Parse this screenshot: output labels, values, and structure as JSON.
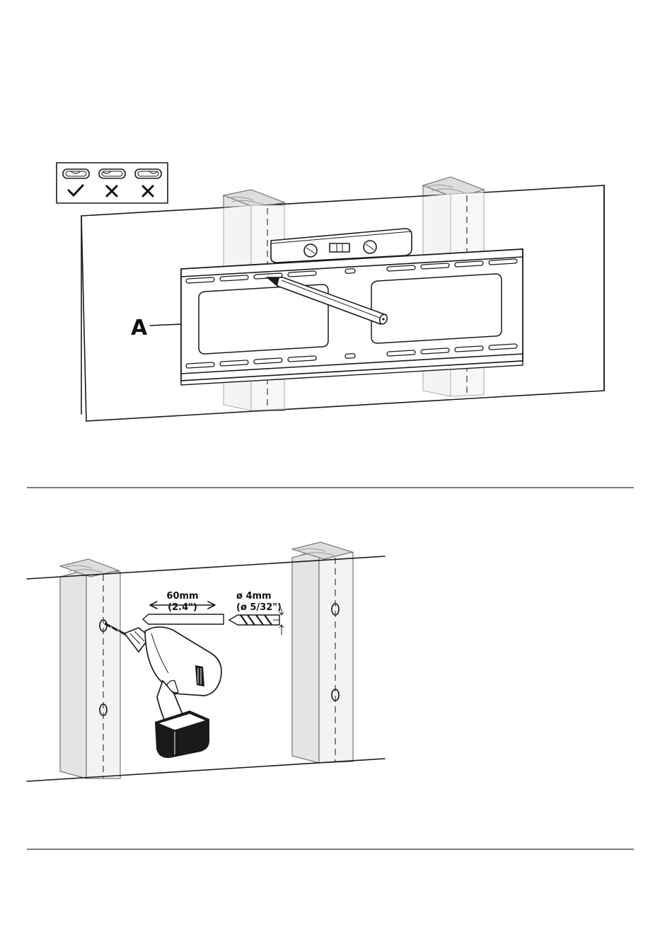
{
  "step1": {
    "label_a": "A",
    "level_legend": {
      "marks": [
        "check",
        "cross",
        "cross"
      ]
    }
  },
  "step2": {
    "depth_metric": "60mm",
    "depth_imperial": "(2.4\")",
    "bit_metric": "ø 4mm",
    "bit_imperial": "(ø 5/32\")"
  },
  "icons": [
    "check-icon",
    "cross-icon",
    "spirit-level-icon",
    "pencil-icon",
    "drill-icon",
    "drill-bit-icon"
  ]
}
